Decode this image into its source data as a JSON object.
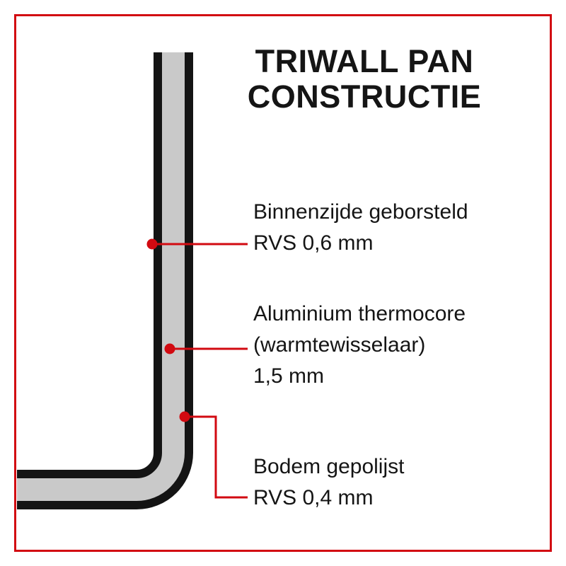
{
  "title": {
    "line1": "TRIWALL PAN",
    "line2": "CONSTRUCTIE"
  },
  "labels": {
    "inner": {
      "line1": "Binnenzijde geborsteld",
      "line2": "RVS 0,6 mm"
    },
    "core": {
      "line1": "Aluminium thermocore",
      "line2": "(warmtewisselaar)",
      "line3": "1,5 mm"
    },
    "bottom": {
      "line1": "Bodem gepolijst",
      "line2": "RVS 0,4 mm"
    }
  },
  "colors": {
    "accent_red": "#d20a11",
    "wall_black": "#141414",
    "core_gray": "#c9c9c9"
  }
}
